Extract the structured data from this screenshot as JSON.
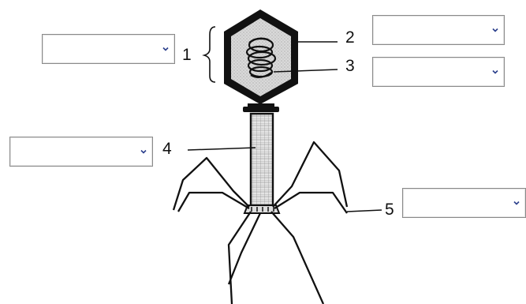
{
  "labels": {
    "l1": "1",
    "l2": "2",
    "l3": "3",
    "l4": "4",
    "l5": "5"
  },
  "dropdowns": {
    "d1": {
      "selected": ""
    },
    "d2": {
      "selected": ""
    },
    "d3": {
      "selected": ""
    },
    "d4": {
      "selected": ""
    },
    "d5": {
      "selected": ""
    }
  },
  "icons": {
    "dropdown_arrow": "chevron-down-icon"
  },
  "colors": {
    "chevron": "#2b3f8c"
  }
}
